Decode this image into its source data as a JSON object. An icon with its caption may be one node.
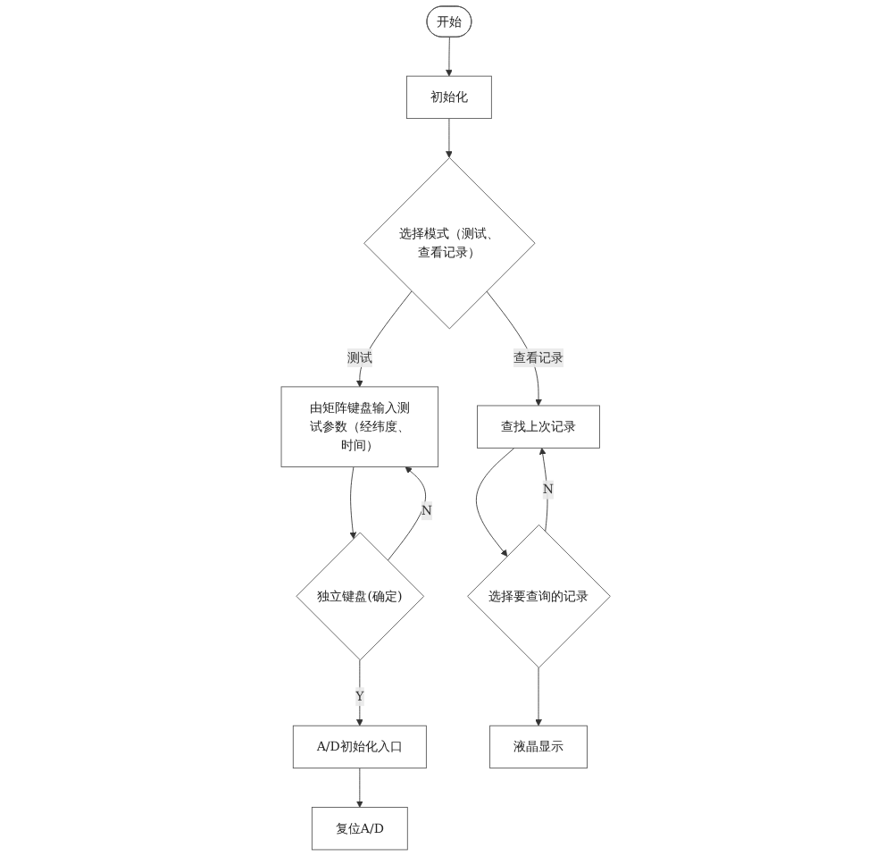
{
  "diagram": {
    "nodes": [
      {
        "text": [
          "开始"
        ]
      },
      {
        "text": [
          "初始化"
        ]
      },
      {
        "text": [
          "选择模式（测试、查看记录）"
        ]
      },
      {
        "text": [
          "由矩阵键盘输入测试参数（经纬度、时间）"
        ]
      },
      {
        "text": [
          "独立键盘(确定)"
        ]
      },
      {
        "text": [
          "A/D初始化入口"
        ]
      },
      {
        "text": [
          "复位A/D"
        ]
      },
      {
        "text": [
          "查找上次记录"
        ]
      },
      {
        "text": [
          "选择要查询的记录"
        ]
      },
      {
        "text": [
          "液晶显示"
        ]
      }
    ],
    "edges": [
      {
        "from": 0,
        "to": 1,
        "arrow": "to"
      },
      {
        "from": 1,
        "to": 2,
        "arrow": "to"
      },
      {
        "from": 2,
        "to": 3,
        "arrow": "to",
        "label": "测试"
      },
      {
        "from": 3,
        "to": 4,
        "arrow": "to"
      },
      {
        "from": 4,
        "to": 3,
        "arrow": "to",
        "label": "N"
      },
      {
        "from": 4,
        "to": 5,
        "arrow": "to",
        "label": "Y"
      },
      {
        "from": 5,
        "to": 6,
        "arrow": "to"
      },
      {
        "from": 2,
        "to": 7,
        "arrow": "to",
        "label": "查看记录"
      },
      {
        "from": 7,
        "to": 8,
        "arrow": "to"
      },
      {
        "from": 8,
        "to": 7,
        "arrow": "to",
        "label": "N"
      },
      {
        "from": 8,
        "to": 9,
        "arrow": "to"
      }
    ]
  }
}
